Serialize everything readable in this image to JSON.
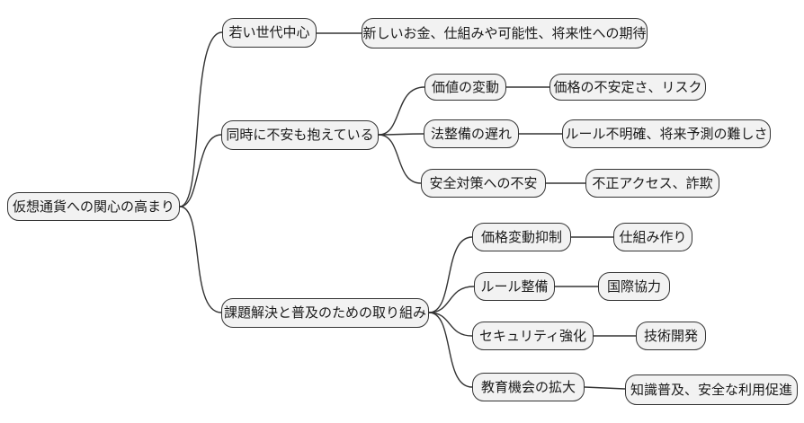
{
  "diagram": {
    "type": "mindmap",
    "direction": "left-to-right",
    "colors": {
      "background": "#ffffff",
      "node_fill": "#f2f2f2",
      "node_border": "#333333",
      "line": "#333333",
      "text": "#1a1a1a"
    },
    "root": {
      "label": "仮想通貨への関心の高まり",
      "children": [
        {
          "label": "若い世代中心",
          "children": [
            {
              "label": "新しいお金、仕組みや可能性、将来性への期待",
              "children": []
            }
          ]
        },
        {
          "label": "同時に不安も抱えている",
          "children": [
            {
              "label": "価値の変動",
              "children": [
                {
                  "label": "価格の不安定さ、リスク",
                  "children": []
                }
              ]
            },
            {
              "label": "法整備の遅れ",
              "children": [
                {
                  "label": "ルール不明確、将来予測の難しさ",
                  "children": []
                }
              ]
            },
            {
              "label": "安全対策への不安",
              "children": [
                {
                  "label": "不正アクセス、詐欺",
                  "children": []
                }
              ]
            }
          ]
        },
        {
          "label": "課題解決と普及のための取り組み",
          "children": [
            {
              "label": "価格変動抑制",
              "children": [
                {
                  "label": "仕組み作り",
                  "children": []
                }
              ]
            },
            {
              "label": "ルール整備",
              "children": [
                {
                  "label": "国際協力",
                  "children": []
                }
              ]
            },
            {
              "label": "セキュリティ強化",
              "children": [
                {
                  "label": "技術開発",
                  "children": []
                }
              ]
            },
            {
              "label": "教育機会の拡大",
              "children": [
                {
                  "label": "知識普及、安全な利用促進",
                  "children": []
                }
              ]
            }
          ]
        }
      ]
    }
  }
}
